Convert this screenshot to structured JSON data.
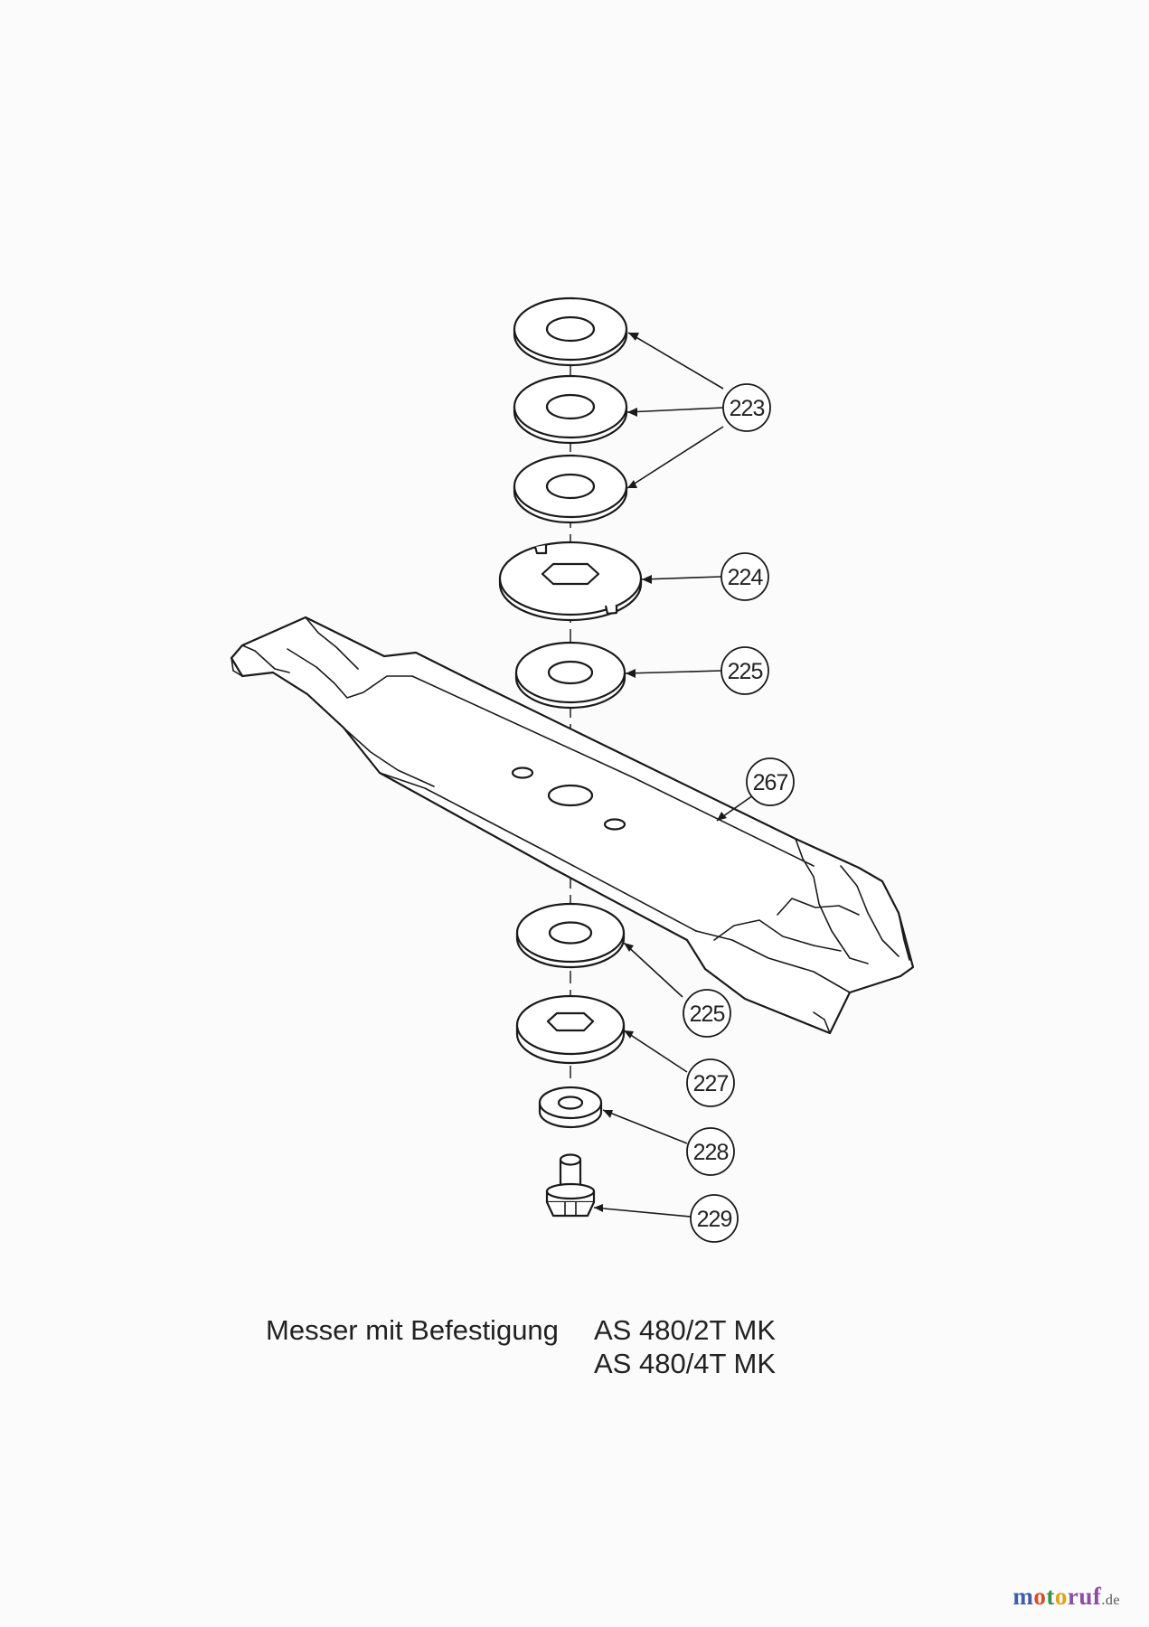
{
  "caption": {
    "title": "Messer mit Befestigung",
    "models": [
      "AS 480/2T MK",
      "AS 480/4T MK"
    ]
  },
  "callouts": [
    "223",
    "224",
    "225",
    "267",
    "225",
    "227",
    "228",
    "229"
  ],
  "brand": {
    "parts": [
      "m",
      "o",
      "t",
      "o",
      "ruf"
    ],
    "tld": ".de"
  }
}
